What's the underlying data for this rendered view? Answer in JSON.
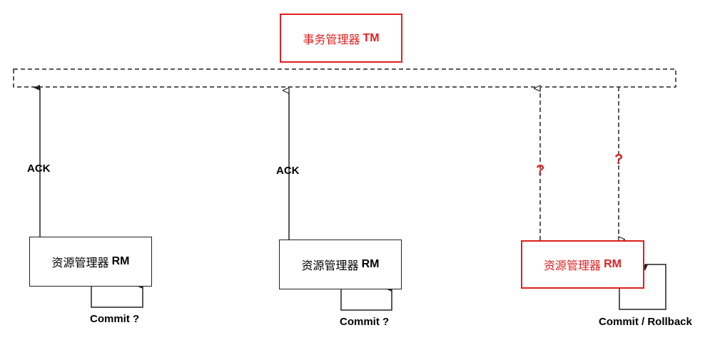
{
  "tm": {
    "name": "事务管理器",
    "abbr": "TM"
  },
  "rm1": {
    "name": "资源管理器",
    "abbr": "RM",
    "status_label": "Commit ?",
    "reply_label": "ACK"
  },
  "rm2": {
    "name": "资源管理器",
    "abbr": "RM",
    "status_label": "Commit ?",
    "reply_label": "ACK"
  },
  "rm3": {
    "name": "资源管理器",
    "abbr": "RM",
    "status_label": "Commit / Rollback",
    "unknown_up_label": "?",
    "unknown_down_label": "?"
  },
  "colors": {
    "highlight": "#e02020",
    "line": "#222222"
  }
}
